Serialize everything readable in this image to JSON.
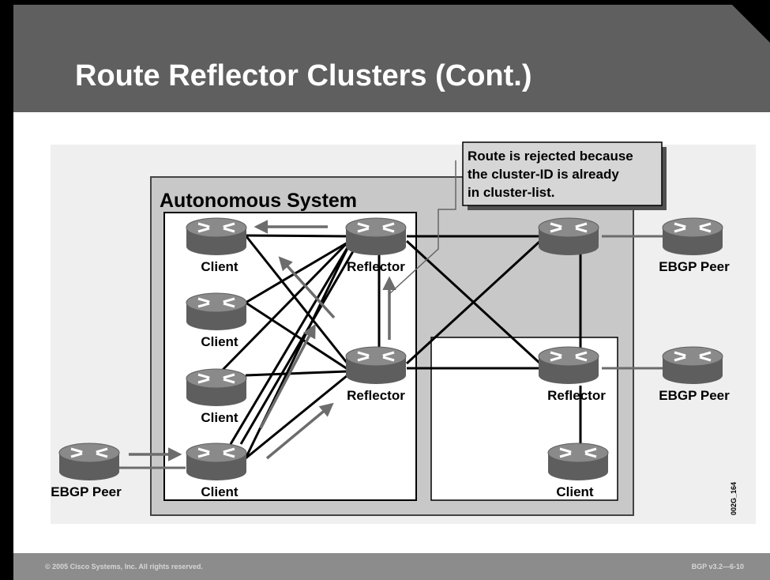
{
  "title": "Route Reflector Clusters (Cont.)",
  "as_label": "Autonomous System",
  "callout_lines": [
    "Route is rejected because",
    "the cluster-ID is already",
    "in cluster-list."
  ],
  "nodes": {
    "client1": "Client",
    "client2": "Client",
    "client3": "Client",
    "client4": "Client",
    "reflector1": "Reflector",
    "reflector2": "Reflector",
    "reflector3": "Reflector",
    "client5": "Client",
    "ebgp_left": "EBGP Peer",
    "ebgp_right1": "EBGP Peer",
    "ebgp_right2": "EBGP Peer"
  },
  "figure_id": "002G_164",
  "footer": {
    "copyright": "© 2005 Cisco Systems, Inc. All rights reserved.",
    "slide_ref": "BGP v3.2—6-10"
  },
  "colors": {
    "title_bar": "#5f5f5f",
    "panel": "#c8c8c8",
    "diagram_bg": "#efefef",
    "router_top": "#8a8a8a",
    "router_body": "#5e5e5e",
    "arrow": "#6c6c6c"
  }
}
